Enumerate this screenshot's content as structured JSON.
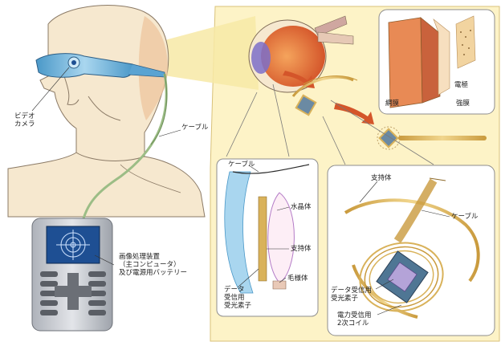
{
  "labels": {
    "video_camera": "ビデオ\nカメラ",
    "cable_left": "ケーブル",
    "processor": "画像処理装置\n（主コンピュータ）\n及び電源用バッテリー",
    "retina": "網膜",
    "electrode": "電極",
    "sclera": "強膜",
    "cable_inset": "ケーブル",
    "lens": "水晶体",
    "support_inset": "支持体",
    "ciliary_body": "毛様体",
    "data_receiver_inset": "データ\n受信用\n受光素子",
    "support_detail": "支持体",
    "cable_detail": "ケーブル",
    "data_receiver_detail": "データ受信用\n受光素子",
    "power_coil": "電力受信用\n2次コイル"
  },
  "colors": {
    "background_panel": "#fdf3c7",
    "skin": "#f6e8cf",
    "glasses": "#6fb6dd",
    "cable": "#9cbd86",
    "device_body": "#c9ccd2",
    "screen": "#1e4f93",
    "arrow": "#d4552a",
    "gold": "#d9b25a",
    "retina": "#e88a55"
  },
  "icons": [
    "video-camera-icon",
    "device-screen-target-icon",
    "keypad-icon",
    "arrow-icon"
  ]
}
